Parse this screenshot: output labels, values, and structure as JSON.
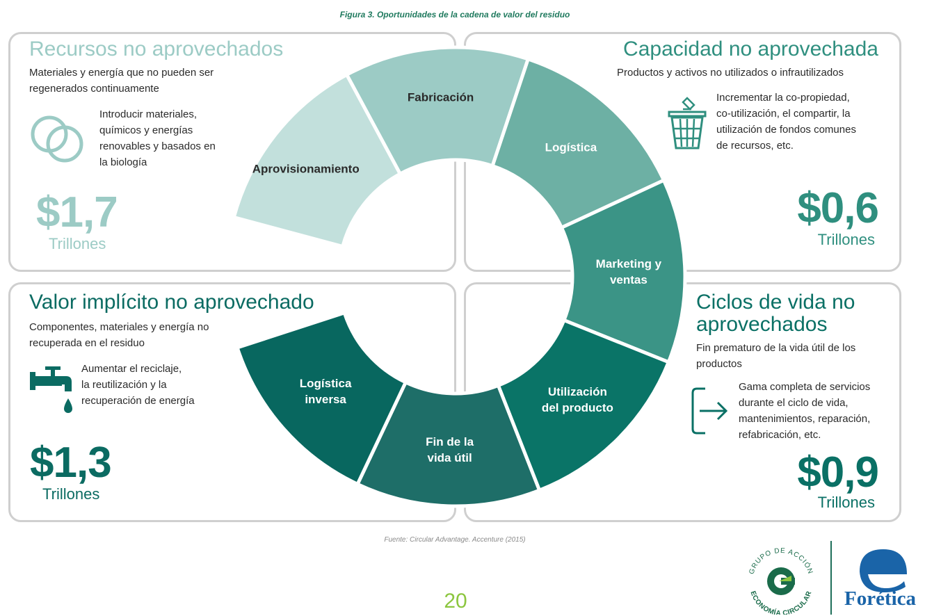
{
  "figure_title": "Figura 3. Oportunidades de la cadena de valor del residuo",
  "quadrants": {
    "top_left": {
      "title": "Recursos no aprovechados",
      "subtitle_lines": [
        "Materiales y energía que no pueden ser",
        "regenerados continuamente"
      ],
      "body_lines": [
        "Introducir materiales,",
        "químicos y energías",
        "renovables y basados en",
        "la biología"
      ],
      "value": "$1,7",
      "unit": "Trillones",
      "icon": "interlocking-circles-icon",
      "color": "#9ccbc5"
    },
    "top_right": {
      "title": "Capacidad no aprovechada",
      "subtitle_lines": [
        "Productos y activos no utilizados o infrautilizados"
      ],
      "body_lines": [
        "Incrementar la co-propiedad,",
        "co-utilización, el compartir, la",
        "utilización de fondos comunes",
        "de recursos, etc."
      ],
      "value": "$0,6",
      "unit": "Trillones",
      "icon": "recycle-bin-icon",
      "color": "#2f8f7f"
    },
    "bottom_left": {
      "title": "Valor implícito no aprovechado",
      "subtitle_lines": [
        "Componentes, materiales y energía no",
        "recuperada en el residuo"
      ],
      "body_lines": [
        "Aumentar el reciclaje,",
        "la reutilización y la",
        "recuperación de energía"
      ],
      "value": "$1,3",
      "unit": "Trillones",
      "icon": "faucet-icon",
      "color": "#0b6b62"
    },
    "bottom_right": {
      "title_lines": [
        "Ciclos de vida no",
        "aprovechados"
      ],
      "subtitle_lines": [
        "Fin prematuro de la vida útil de los",
        "productos"
      ],
      "body_lines": [
        "Gama completa de servicios",
        "durante el ciclo de vida,",
        "mantenimientos, reparación,",
        "refabricación, etc."
      ],
      "value": "$0,9",
      "unit": "Trillones",
      "icon": "bracket-arrow-icon",
      "color": "#0a7065"
    }
  },
  "cycle_segments": [
    {
      "label_lines": [
        "Aprovisionamiento"
      ],
      "color": "#c2e0dc",
      "text_color": "#2a2a2a"
    },
    {
      "label_lines": [
        "Fabricación"
      ],
      "color": "#9ccbc5",
      "text_color": "#2a2a2a"
    },
    {
      "label_lines": [
        "Logística"
      ],
      "color": "#6db0a4",
      "text_color": "#ffffff"
    },
    {
      "label_lines": [
        "Marketing y",
        "ventas"
      ],
      "color": "#3b9486",
      "text_color": "#ffffff"
    },
    {
      "label_lines": [
        "Utilización",
        "del producto"
      ],
      "color": "#0a7467",
      "text_color": "#ffffff"
    },
    {
      "label_lines": [
        "Fin de la",
        "vida útil"
      ],
      "color": "#1e6e68",
      "text_color": "#ffffff"
    },
    {
      "label_lines": [
        "Logística",
        "inversa"
      ],
      "color": "#08675f",
      "text_color": "#ffffff"
    }
  ],
  "source": "Fuente: Circular Advantage. Accenture (2015)",
  "page_number": "20",
  "logos": {
    "grupo_accion": {
      "top_text": "GRUPO DE ACCIÓN",
      "bottom_text": "ECONOMÍA CIRCULAR",
      "color": "#1a6b4a",
      "accent": "#8cc63f"
    },
    "foretica": {
      "text": "Forética",
      "color": "#1a64a8"
    }
  }
}
